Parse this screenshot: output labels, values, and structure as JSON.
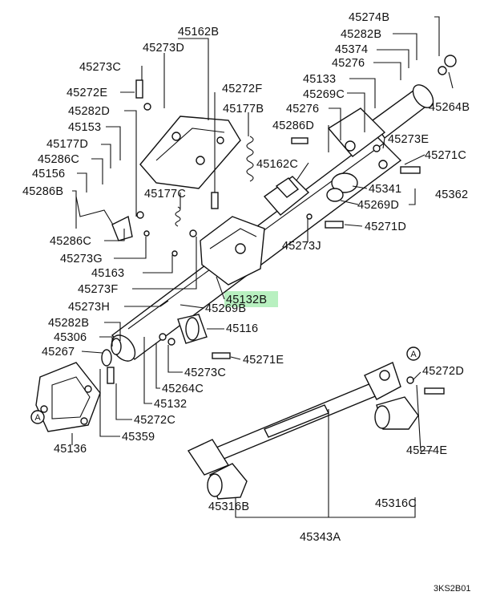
{
  "diagram": {
    "code": "3KS2B01",
    "ref_marker": "A",
    "labels": {
      "p45274B": "45274B",
      "p45282B_top": "45282B",
      "p45374": "45374",
      "p45276_top": "45276",
      "p45264B": "45264B",
      "p45162B": "45162B",
      "p45273C_top": "45273C",
      "p45273D": "45273D",
      "p45272E": "45272E",
      "p45282D": "45282D",
      "p45153": "45153",
      "p45177D": "45177D",
      "p45286C_top": "45286C",
      "p45156": "45156",
      "p45286B": "45286B",
      "p45272F": "45272F",
      "p45177B": "45177B",
      "p45133": "45133",
      "p45269C": "45269C",
      "p45276_mid": "45276",
      "p45286D": "45286D",
      "p45273E": "45273E",
      "p45271C": "45271C",
      "p45162C": "45162C",
      "p45341": "45341",
      "p45362": "45362",
      "p45269D": "45269D",
      "p45177C": "45177C",
      "p45286C_bot": "45286C",
      "p45273G": "45273G",
      "p45163": "45163",
      "p45273F": "45273F",
      "p45271D": "45271D",
      "p45273J": "45273J",
      "p45132B": "45132B",
      "p45273H": "45273H",
      "p45269B": "45269B",
      "p45282B_mid": "45282B",
      "p45116": "45116",
      "p45306": "45306",
      "p45267": "45267",
      "p45271E": "45271E",
      "p45273C_bot": "45273C",
      "p45264C": "45264C",
      "p45132": "45132",
      "p45272C": "45272C",
      "p45359": "45359",
      "p45136": "45136",
      "p45272D": "45272D",
      "p45274E": "45274E",
      "p45316B": "45316B",
      "p45316C": "45316C",
      "p45343A": "45343A"
    }
  }
}
